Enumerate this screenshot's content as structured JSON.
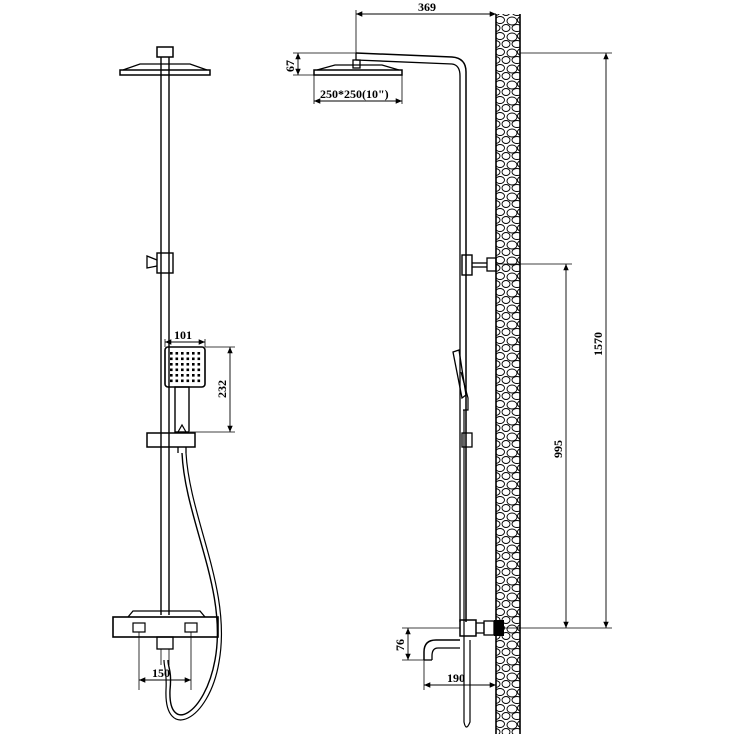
{
  "diagram": {
    "dimensions": {
      "arm_reach": "369",
      "head_height": "67",
      "head_size": "250*250(10\")",
      "hand_width": "101",
      "hand_length": "232",
      "total_height": "1570",
      "bar_height": "995",
      "mixer_centers": "150",
      "spout_height": "76",
      "spout_length": "190"
    }
  }
}
